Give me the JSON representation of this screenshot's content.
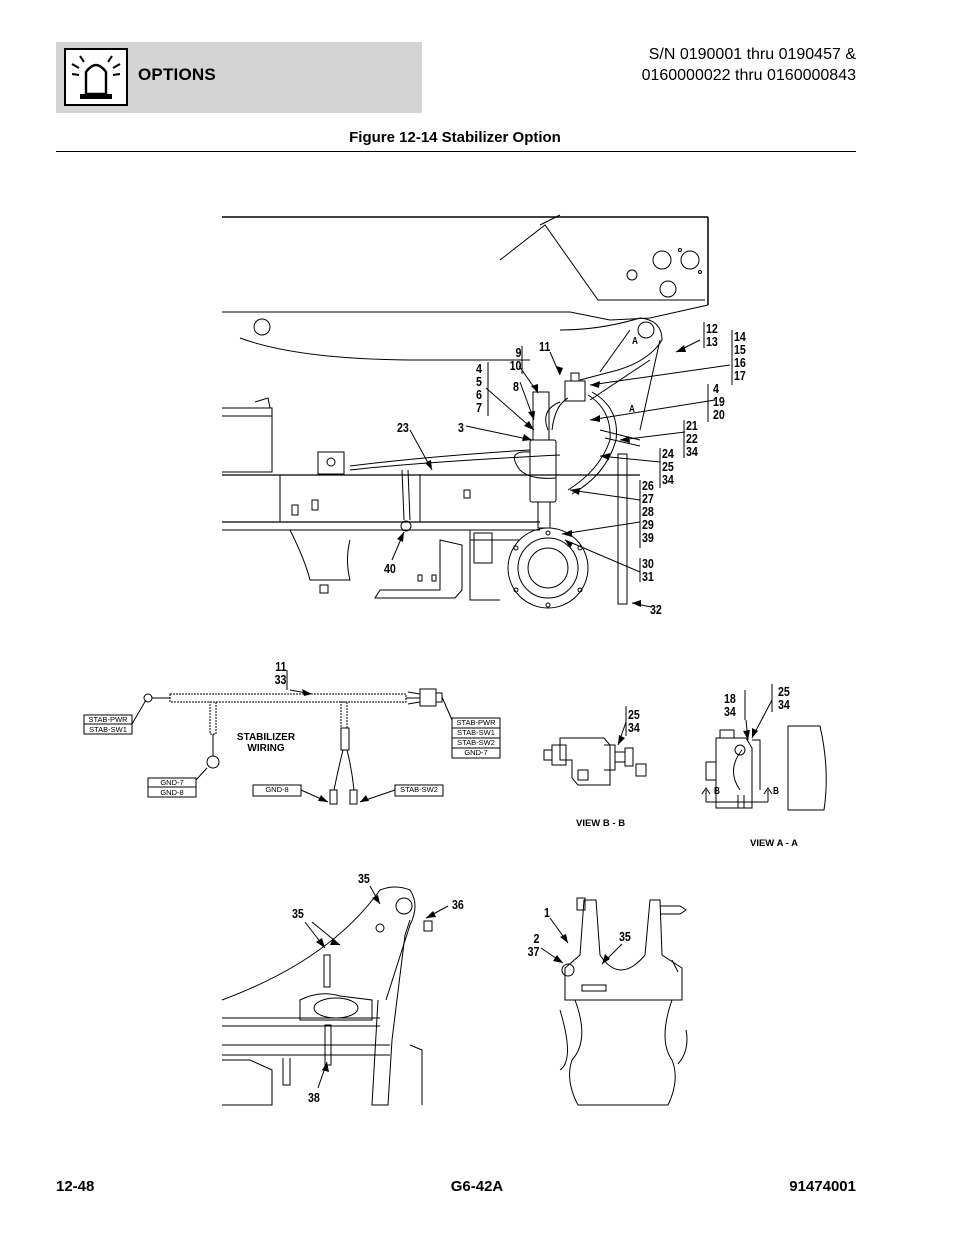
{
  "header": {
    "section": "OPTIONS",
    "icon": "light-beacon-icon",
    "serial_line1": "S/N 0190001 thru 0190457 &",
    "serial_line2": "0160000022 thru 0160000843",
    "figure_caption": "Figure 12-14 Stabilizer Option"
  },
  "callouts": {
    "main": [
      {
        "lines": [
          "9",
          "10"
        ]
      },
      {
        "lines": [
          "11"
        ]
      },
      {
        "lines": [
          "12",
          "13"
        ]
      },
      {
        "lines": [
          "14",
          "15",
          "16",
          "17"
        ]
      },
      {
        "lines": [
          "4",
          "5",
          "6",
          "7"
        ]
      },
      {
        "lines": [
          "8"
        ]
      },
      {
        "lines": [
          "4",
          "19",
          "20"
        ]
      },
      {
        "lines": [
          "23"
        ]
      },
      {
        "lines": [
          "3"
        ]
      },
      {
        "lines": [
          "21",
          "22",
          "34"
        ]
      },
      {
        "lines": [
          "24",
          "25",
          "34"
        ]
      },
      {
        "lines": [
          "26",
          "27",
          "28",
          "29",
          "39"
        ]
      },
      {
        "lines": [
          "30",
          "31"
        ]
      },
      {
        "lines": [
          "32"
        ]
      },
      {
        "lines": [
          "40"
        ]
      },
      {
        "lines": [
          "A"
        ]
      },
      {
        "lines": [
          "A"
        ]
      }
    ],
    "wiring": [
      {
        "lines": [
          "11",
          "33"
        ]
      }
    ],
    "view_b": [
      {
        "lines": [
          "25",
          "34"
        ]
      }
    ],
    "view_a": [
      {
        "lines": [
          "18",
          "34"
        ]
      },
      {
        "lines": [
          "25",
          "34"
        ]
      },
      {
        "lines": [
          "B"
        ]
      },
      {
        "lines": [
          "B"
        ]
      }
    ],
    "bottom_left": [
      {
        "lines": [
          "35"
        ]
      },
      {
        "lines": [
          "35"
        ]
      },
      {
        "lines": [
          "36"
        ]
      },
      {
        "lines": [
          "38"
        ]
      }
    ],
    "bottom_right": [
      {
        "lines": [
          "1"
        ]
      },
      {
        "lines": [
          "2",
          "37"
        ]
      },
      {
        "lines": [
          "35"
        ]
      }
    ]
  },
  "wiring": {
    "title_line1": "STABILIZER",
    "title_line2": "WIRING",
    "left_connector": [
      "STAB-PWR",
      "STAB-SW1"
    ],
    "ground_ring": [
      "GND-7",
      "GND-8"
    ],
    "right_connector": [
      "STAB-PWR",
      "STAB-SW1",
      "STAB-SW2",
      "GND-7"
    ],
    "lead_gnd": "GND-8",
    "lead_sw2": "STAB-SW2"
  },
  "views": {
    "view_b": "VIEW B - B",
    "view_a": "VIEW A - A"
  },
  "footer": {
    "page": "12-48",
    "model": "G6-42A",
    "doc_number": "91474001"
  }
}
